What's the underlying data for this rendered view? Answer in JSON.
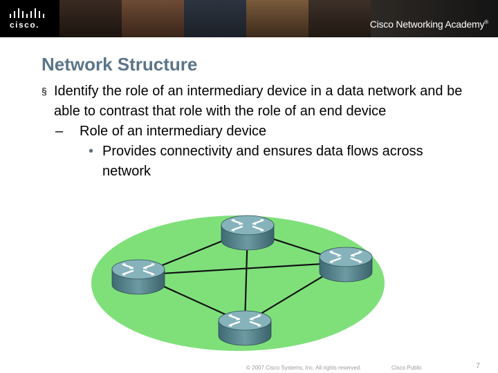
{
  "header": {
    "logo_text": "cisco.",
    "academy_label": "Cisco Networking Academy",
    "academy_mark": "®"
  },
  "slide": {
    "title": "Network Structure",
    "bullet_marker": "§",
    "bullet": "Identify the role of an intermediary device in a data network and be able to contrast that role with the role of an end device",
    "sub_marker": "–",
    "sub_bullet": "Role of an intermediary device",
    "subsub_marker": "•",
    "subsub_bullet": "Provides connectivity and ensures data flows across network"
  },
  "diagram": {
    "network_color": "#7fe07a",
    "router_color": "#5f8f98",
    "link_color": "#111111",
    "nodes": [
      "router-top",
      "router-left",
      "router-right",
      "router-bottom"
    ],
    "links": [
      [
        "router-top",
        "router-left"
      ],
      [
        "router-top",
        "router-right"
      ],
      [
        "router-left",
        "router-bottom"
      ],
      [
        "router-right",
        "router-bottom"
      ],
      [
        "router-left",
        "router-right"
      ],
      [
        "router-top",
        "router-bottom"
      ]
    ]
  },
  "footer": {
    "copyright": "© 2007 Cisco Systems, Inc. All rights reserved.",
    "confidential": "Cisco Public",
    "page_number": "7"
  }
}
